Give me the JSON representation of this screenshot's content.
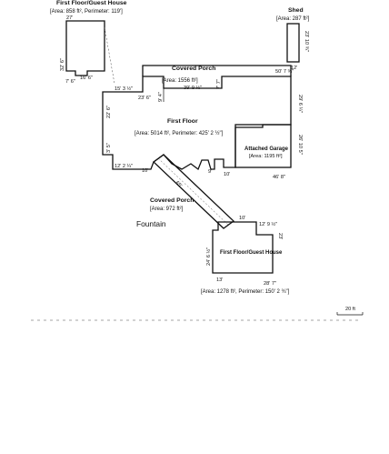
{
  "guest_house_top": {
    "title": "First Floor/Guest House",
    "stats": "[Area: 858 ft², Perimeter: 119']",
    "dims": {
      "top": "27'",
      "left": "32' 6\"",
      "bottom_left": "7' 6\"",
      "bottom_right": "16' 6\""
    }
  },
  "shed": {
    "title": "Shed",
    "stats": "[Area: 287 ft²]",
    "dims": {
      "right": "23' 10 ¾\"",
      "bottom": "12'"
    }
  },
  "covered_porch_top": {
    "title": "Covered Porch",
    "stats": "[Area: 1556 ft²]",
    "dims": {
      "width": "39' 9 ½\"",
      "right": "50' 7 ¾\"",
      "side": "7' 7\""
    }
  },
  "first_floor": {
    "title": "First Floor",
    "stats": "[Area: 5014 ft², Perimeter: 425' 2 ½\"]",
    "dims": {
      "top_left": "15' 3 ½\"",
      "left": "22' 6\"",
      "inner": "23' 6\"",
      "inner_side": "9' 4\"",
      "right": "29' 6 ¼\"",
      "left_low": "3' 5\"",
      "bottom_left": "12' 2 ¼\"",
      "bottom_mid": "10'",
      "bottom_notch": "9'",
      "bottom_right_notch": "10'"
    }
  },
  "garage": {
    "title": "Attached Garage",
    "stats": "[Area: 1195 ft²]",
    "dims": {
      "right": "26' 10 5\"",
      "bottom": "46' 8\""
    }
  },
  "covered_porch_bottom": {
    "title": "Covered Porch",
    "stats": "[Area: 972 ft²]",
    "dims": {
      "diag": "65'"
    }
  },
  "fountain": {
    "label": "Fountain"
  },
  "guest_house_bottom": {
    "title": "First Floor/Guest House",
    "stats": "[Area: 1278 ft², Perimeter: 150' 2 ¾\"]",
    "dims": {
      "top": "10'",
      "top_right": "12' 9 ½\"",
      "right": "23'",
      "left": "24' 6 ½\"",
      "bottom_left": "13'",
      "bottom_right": "28' 7\""
    }
  },
  "scale": {
    "label": "20 ft"
  }
}
